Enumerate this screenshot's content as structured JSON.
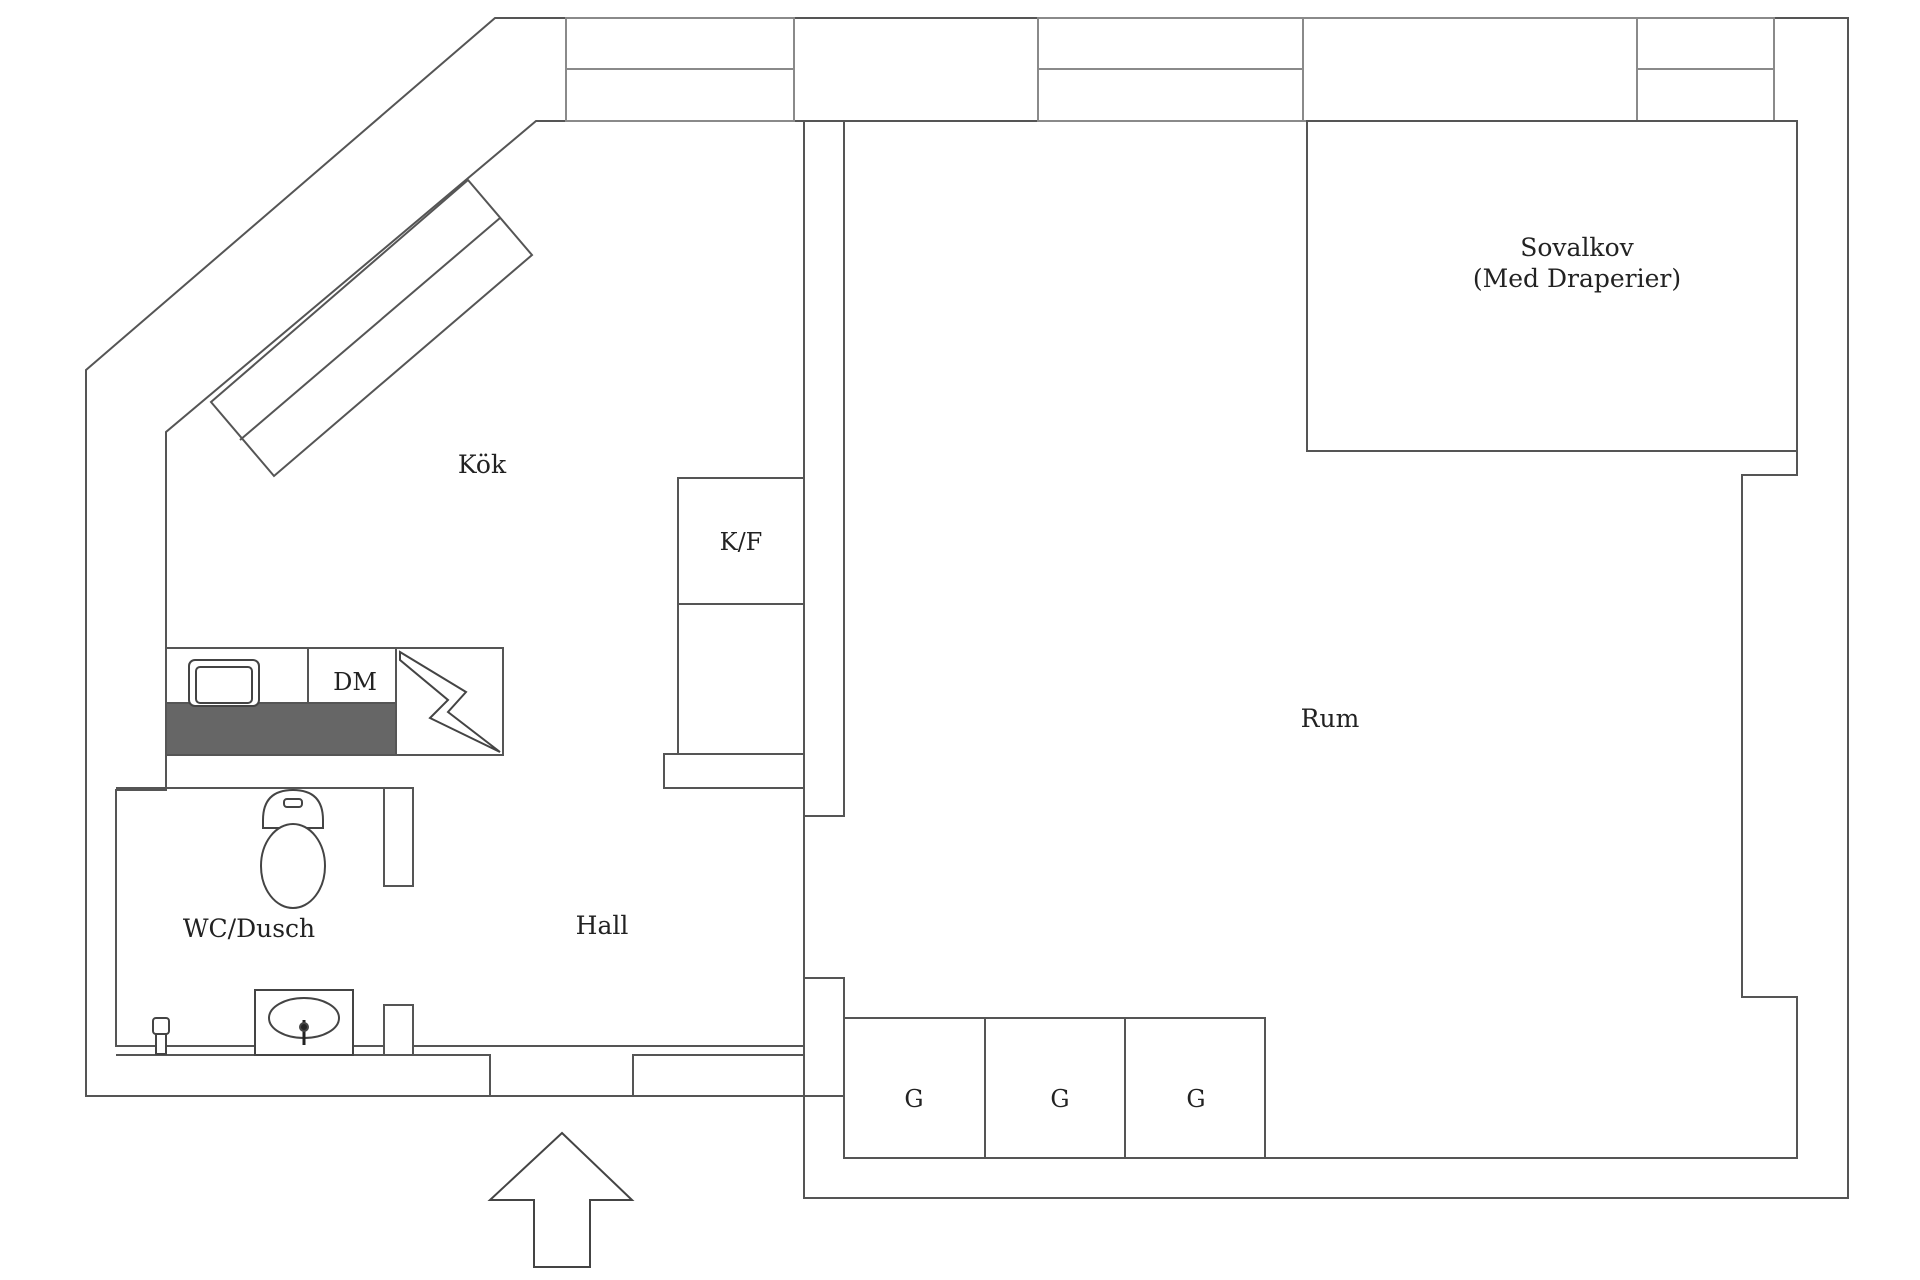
{
  "colors": {
    "wall_fill": "#ffffff",
    "wall_line": "#555555",
    "inner_line": "#8a8a8a",
    "counter_fill": "#666666",
    "text": "#222222"
  },
  "rooms": {
    "kitchen": "Kök",
    "living_room": "Rum",
    "hall": "Hall",
    "bathroom": "WC/Dusch",
    "sleeping_alcove_line1": "Sovalkov",
    "sleeping_alcove_line2": "(Med Draperier)"
  },
  "fixtures": {
    "fridge_freezer": "K/F",
    "dishwasher": "DM",
    "wardrobe_1": "G",
    "wardrobe_2": "G",
    "wardrobe_3": "G"
  },
  "icons": {
    "entrance": "entrance-arrow-icon",
    "stove": "stove-icon",
    "sink": "kitchen-sink-icon",
    "toilet": "toilet-icon",
    "washbasin": "washbasin-icon",
    "shower_tap": "shower-tap-icon"
  }
}
